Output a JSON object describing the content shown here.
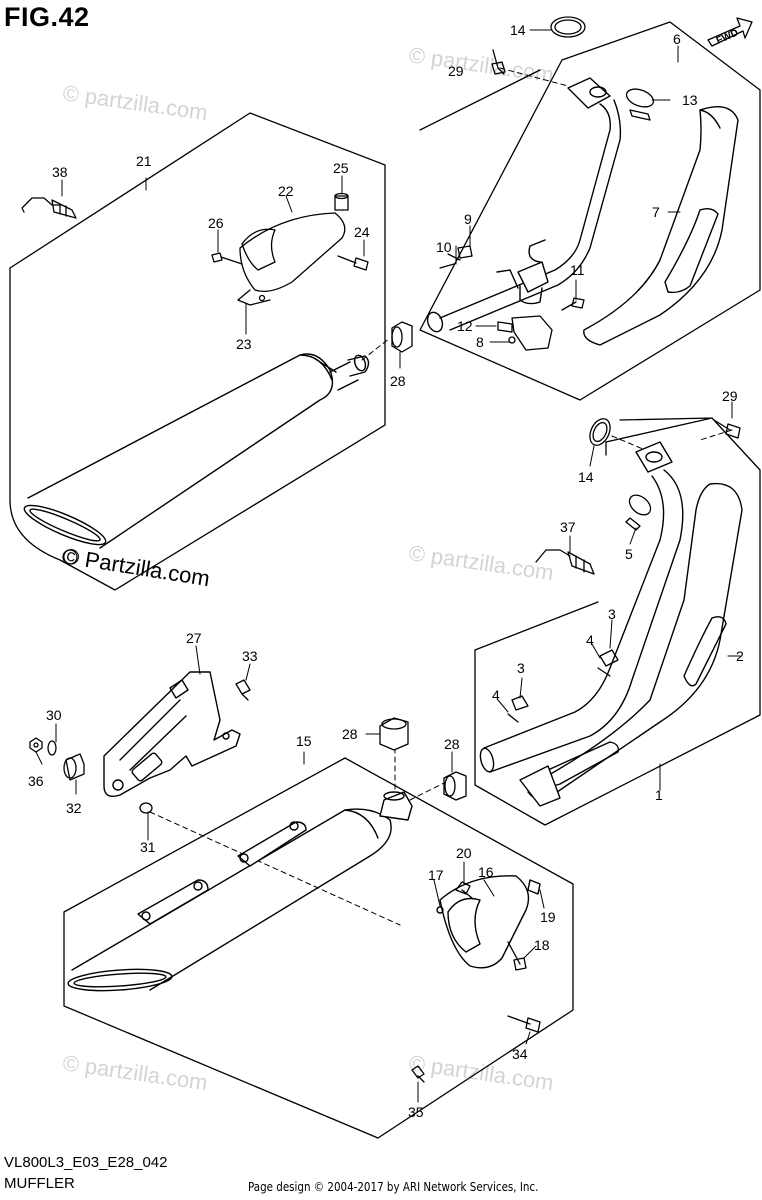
{
  "figure": {
    "title": "FIG.42",
    "code": "VL800L3_E03_E28_042",
    "caption": "MUFFLER",
    "footer": "Page design © 2004-2017 by ARI Network Services, Inc.",
    "fwd_label": "FWD"
  },
  "watermarks": {
    "main": "© Partzilla.com",
    "faint": "© partzilla.com"
  },
  "callouts": [
    "1",
    "2",
    "3",
    "3",
    "4",
    "4",
    "5",
    "6",
    "7",
    "8",
    "9",
    "10",
    "11",
    "12",
    "13",
    "14",
    "14",
    "15",
    "16",
    "17",
    "18",
    "19",
    "20",
    "21",
    "22",
    "23",
    "24",
    "25",
    "26",
    "27",
    "28",
    "28",
    "28",
    "29",
    "29",
    "30",
    "31",
    "32",
    "33",
    "34",
    "35",
    "36",
    "37",
    "38"
  ],
  "colors": {
    "line": "#000000",
    "watermark": "#d8d8d8",
    "background": "#ffffff"
  }
}
